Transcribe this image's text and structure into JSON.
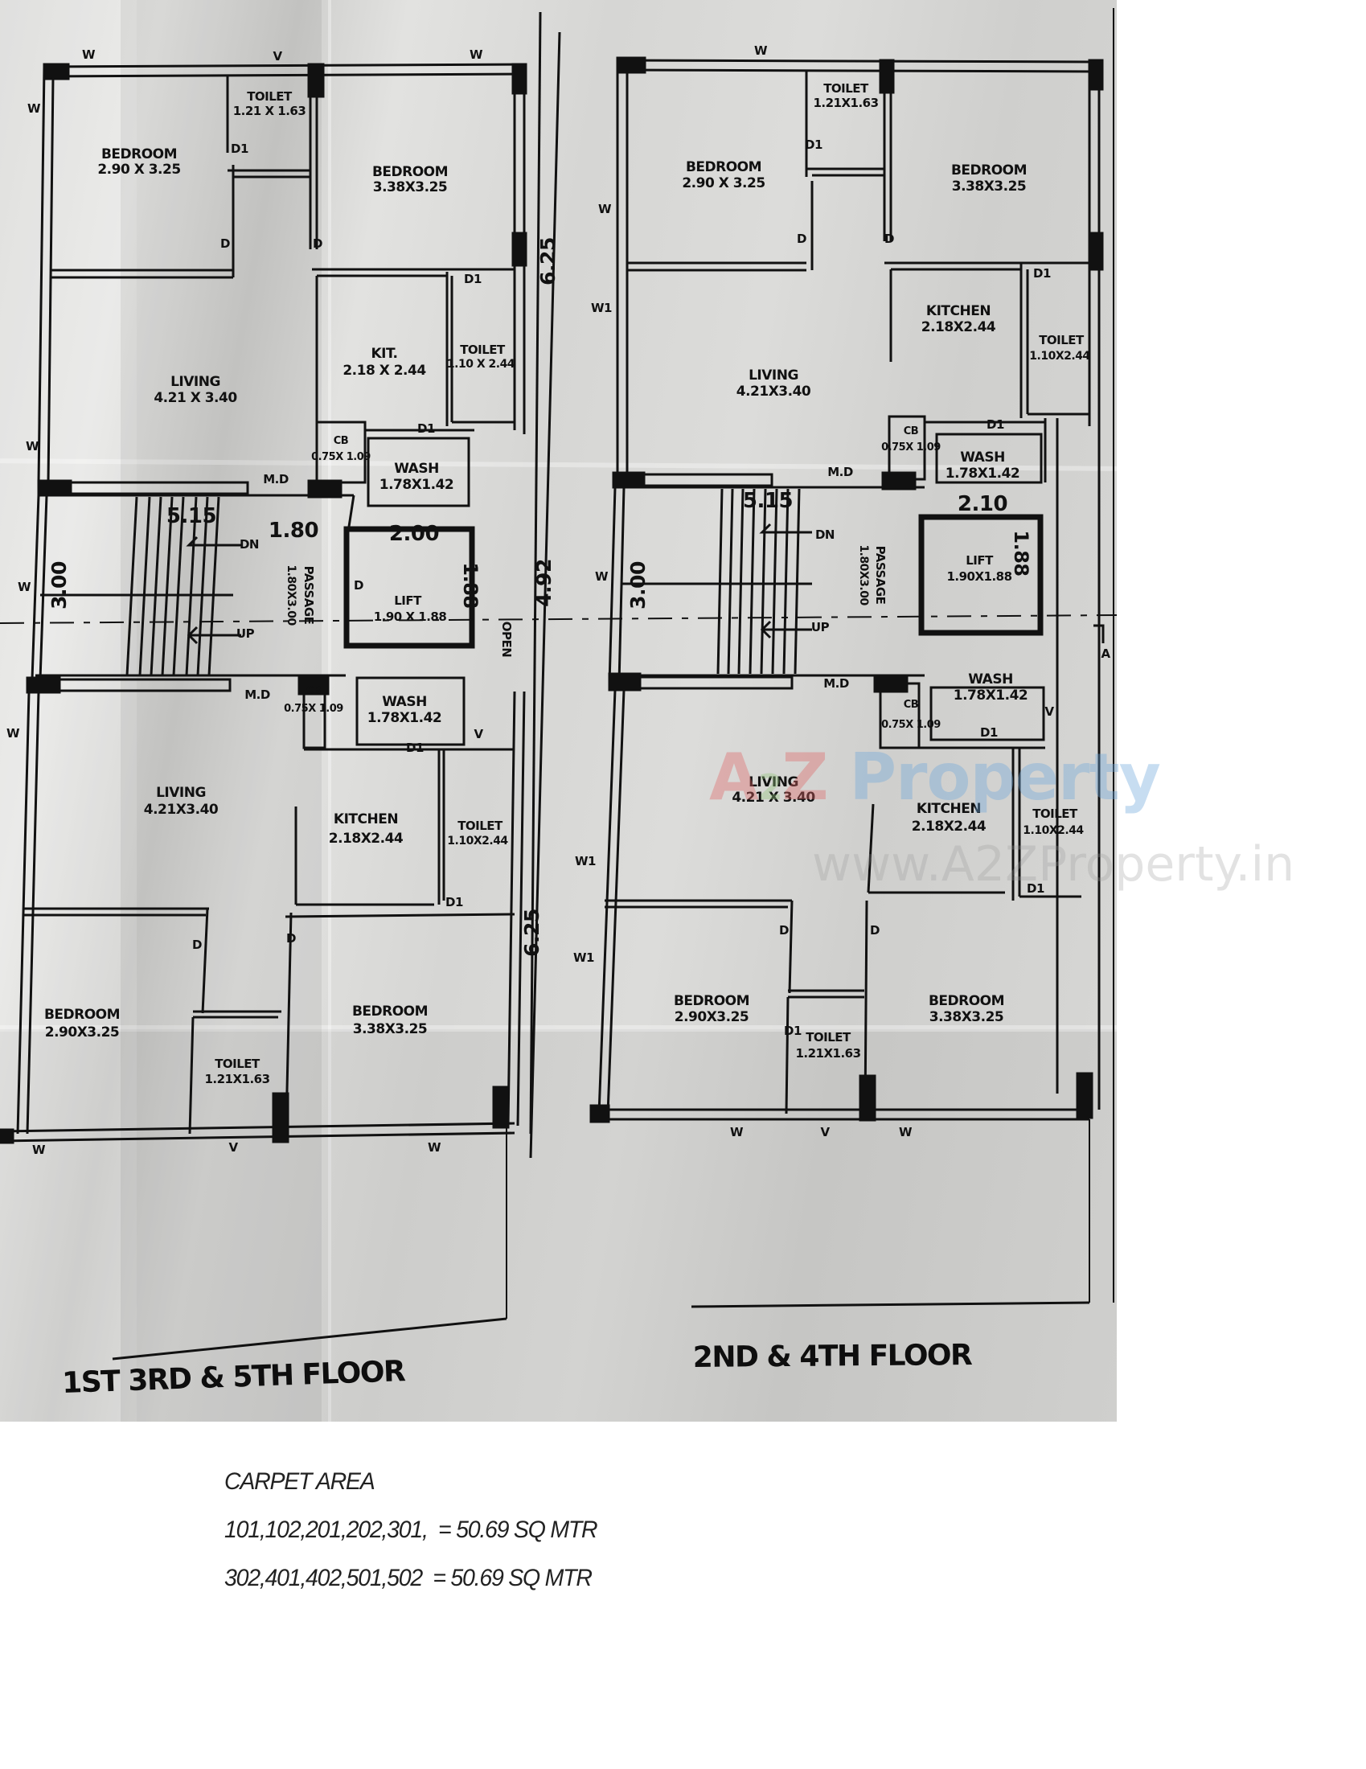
{
  "plans": [
    {
      "title": "1ST 3RD & 5TH FLOOR",
      "upper_flat": {
        "rooms": [
          {
            "name": "BEDROOM",
            "size": "2.90 X 3.25"
          },
          {
            "name": "TOILET",
            "size": "1.21 X 1.63"
          },
          {
            "name": "BEDROOM",
            "size": "3.38X3.25"
          },
          {
            "name": "LIVING",
            "size": "4.21 X 3.40"
          },
          {
            "name": "KIT.",
            "size": "2.18 X 2.44"
          },
          {
            "name": "TOILET",
            "size": "1.10 X 2.44"
          },
          {
            "name": "CB",
            "size": "0.75X 1.09"
          },
          {
            "name": "WASH",
            "size": "1.78X1.42"
          }
        ]
      },
      "core": {
        "stair_width": "5.15",
        "stair_depth": "3.00",
        "passage_width": "1.80",
        "passage": {
          "name": "PASSAGE",
          "size": "1.80X3.00"
        },
        "lift_width": "2.00",
        "lift_depth": "1.88",
        "lift": {
          "name": "LIFT",
          "size": "1.90 X 1.88"
        },
        "dn": "DN",
        "up": "UP",
        "open": "OPEN"
      },
      "lower_flat": {
        "rooms": [
          {
            "name": "WASH",
            "size": "1.78X1.42"
          },
          {
            "name": "CB",
            "size": "0.75X 1.09"
          },
          {
            "name": "LIVING",
            "size": "4.21X3.40"
          },
          {
            "name": "KITCHEN",
            "size": "2.18X2.44"
          },
          {
            "name": "TOILET",
            "size": "1.10X2.44"
          },
          {
            "name": "BEDROOM",
            "size": "2.90X3.25"
          },
          {
            "name": "BEDROOM",
            "size": "3.38X3.25"
          },
          {
            "name": "TOILET",
            "size": "1.21X1.63"
          }
        ]
      },
      "overall_dims": [
        "6.25",
        "4.92",
        "6.25"
      ]
    },
    {
      "title": "2ND & 4TH FLOOR",
      "upper_flat": {
        "rooms": [
          {
            "name": "BEDROOM",
            "size": "2.90 X 3.25"
          },
          {
            "name": "TOILET",
            "size": "1.21X1.63"
          },
          {
            "name": "BEDROOM",
            "size": "3.38X3.25"
          },
          {
            "name": "LIVING",
            "size": "4.21X3.40"
          },
          {
            "name": "KITCHEN",
            "size": "2.18X2.44"
          },
          {
            "name": "TOILET",
            "size": "1.10X2.44"
          },
          {
            "name": "CB",
            "size": "0.75X 1.09"
          },
          {
            "name": "WASH",
            "size": "1.78X1.42"
          }
        ]
      },
      "core": {
        "stair_width": "5.15",
        "stair_depth": "3.00",
        "passage": {
          "name": "PASSAGE",
          "size": "1.80X3.00"
        },
        "lift_width": "2.10",
        "lift_depth": "1.88",
        "lift": {
          "name": "LIFT",
          "size": "1.90X1.88"
        },
        "dn": "DN",
        "up": "UP",
        "section_marker": "A"
      },
      "lower_flat": {
        "rooms": [
          {
            "name": "CB",
            "size": "0.75X 1.09"
          },
          {
            "name": "WASH",
            "size": "1.78X1.42"
          },
          {
            "name": "LIVING",
            "size": "4.21 X 3.40"
          },
          {
            "name": "KITCHEN",
            "size": "2.18X2.44"
          },
          {
            "name": "TOILET",
            "size": "1.10X2.44"
          },
          {
            "name": "BEDROOM",
            "size": "2.90X3.25"
          },
          {
            "name": "TOILET",
            "size": "1.21X1.63"
          },
          {
            "name": "BEDROOM",
            "size": "3.38X3.25"
          }
        ]
      }
    }
  ],
  "symbols": {
    "window": "W",
    "window1": "W1",
    "ventilator": "V",
    "door": "D",
    "door1": "D1",
    "main_door": "M.D"
  },
  "watermark": {
    "brand_a": "A",
    "brand_2": "2",
    "brand_z": "Z",
    "brand_word": "Property",
    "url": "www.A2ZProperty.in",
    "colors": {
      "A": "#e06666",
      "Z": "#e06666",
      "P": "#6fa8dc",
      "r": "#f6b26b",
      "o1": "#ffd966",
      "p": "#6fa8dc",
      "e": "#93c47d",
      "r2": "#f6b26b",
      "t": "#ffd966",
      "y": "#93c47d"
    }
  },
  "carpet_area": {
    "heading": "CARPET AREA",
    "lines": [
      "101,102,201,202,301,  = 50.69 SQ MTR",
      "302,401,402,501,502  = 50.69 SQ MTR"
    ]
  }
}
